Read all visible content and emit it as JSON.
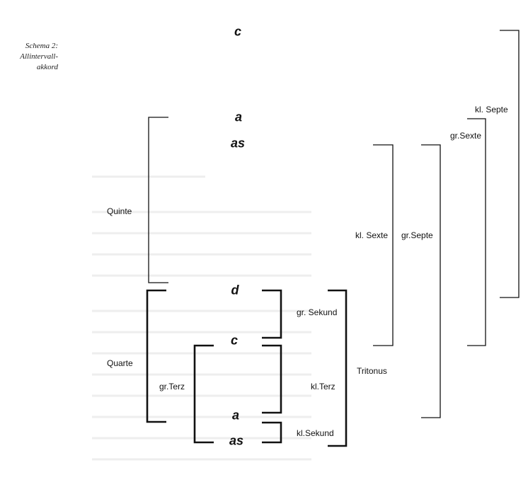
{
  "schema": {
    "caption_lines": [
      "Schema 2:",
      "Allintervall-",
      "akkord"
    ]
  },
  "notes": [
    "c",
    "a",
    "as",
    "d",
    "c",
    "a",
    "as"
  ],
  "intervals": {
    "quinte": "Quinte",
    "quarte": "Quarte",
    "gr_terz": "gr.Terz",
    "gr_sekund": "gr. Sekund",
    "kl_terz": "kl.Terz",
    "kl_sekund": "kl.Sekund",
    "tritonus": "Tritonus",
    "kl_sexte": "kl. Sexte",
    "gr_septe": "gr.Septe",
    "gr_sexte": "gr.Sexte",
    "kl_septe": "kl. Septe"
  }
}
